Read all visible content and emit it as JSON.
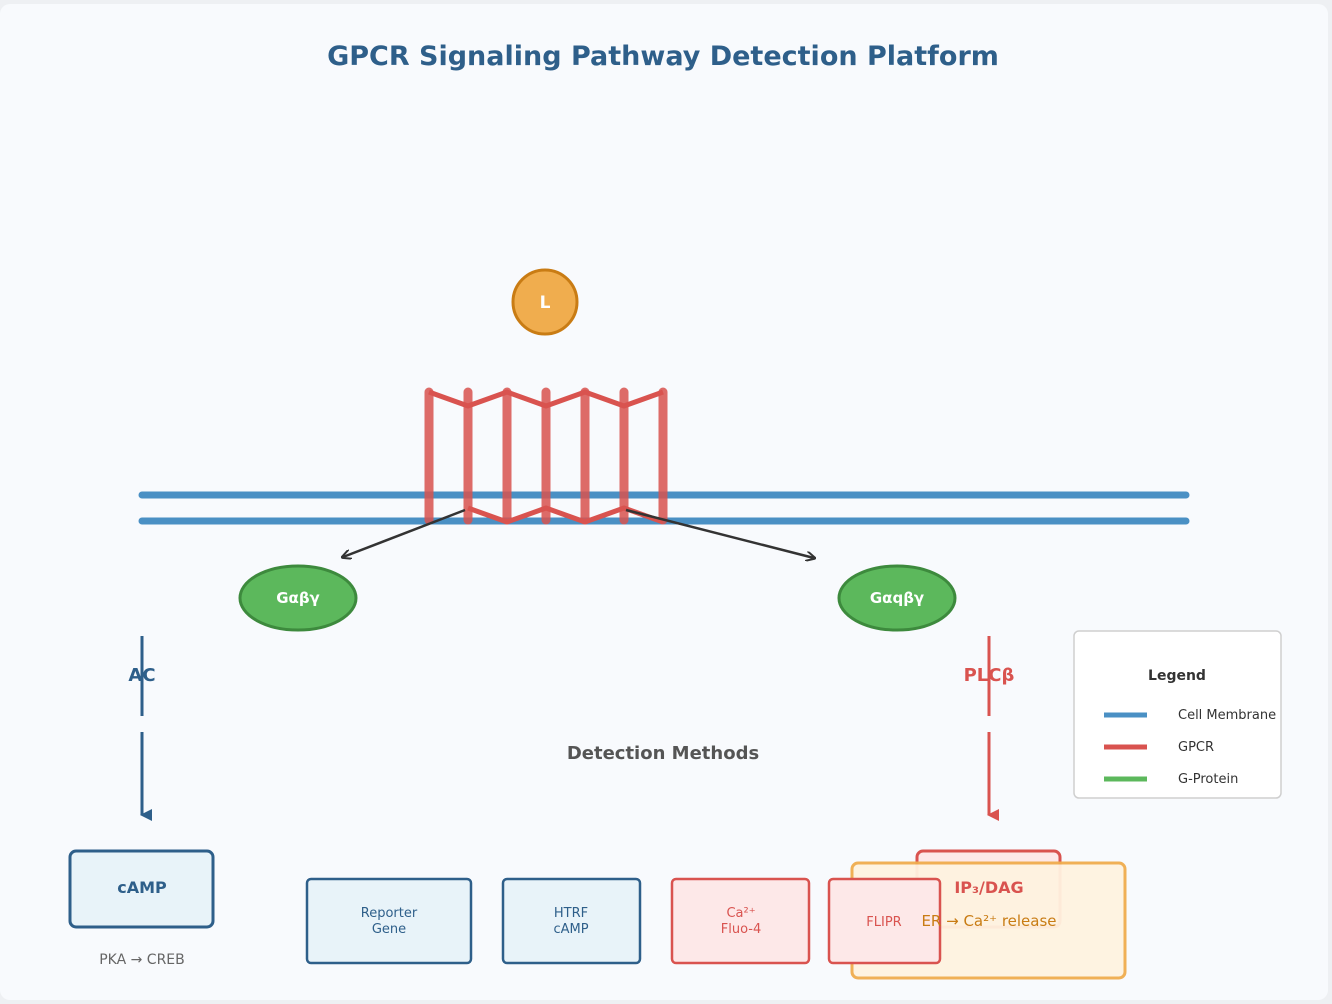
{
  "title": "GPCR Signaling Pathway Detection Platform",
  "ligand": {
    "label": "L"
  },
  "g_proteins": {
    "left": "Gαβγ",
    "right": "Gαqβγ"
  },
  "effectors": {
    "left": "AC",
    "right": "PLCβ"
  },
  "messengers": {
    "left": {
      "label": "cAMP",
      "downstream": "PKA → CREB"
    },
    "right": {
      "label": "IP₃/DAG",
      "downstream": "ER → Ca²⁺ release"
    }
  },
  "detection": {
    "heading": "Detection Methods",
    "methods": [
      {
        "line1": "Reporter",
        "line2": "Gene"
      },
      {
        "line1": "HTRF",
        "line2": "cAMP"
      },
      {
        "line1": "Ca²⁺",
        "line2": "Fluo-4"
      },
      {
        "line1": "FLIPR",
        "line2": ""
      }
    ]
  },
  "legend": {
    "title": "Legend",
    "items": [
      {
        "label": "Cell Membrane",
        "color": "#4a90c4"
      },
      {
        "label": "GPCR",
        "color": "#d9534f"
      },
      {
        "label": "G-Protein",
        "color": "#5cb85c"
      }
    ]
  },
  "colors": {
    "title": "#2e5f8a",
    "membrane": "#4a90c4",
    "gpcr": "#d9534f",
    "gprotein": "#5cb85c",
    "ligand": "#f0ad4e",
    "cAMP_path": "#2e5f8a",
    "ip3_path": "#d9534f"
  }
}
